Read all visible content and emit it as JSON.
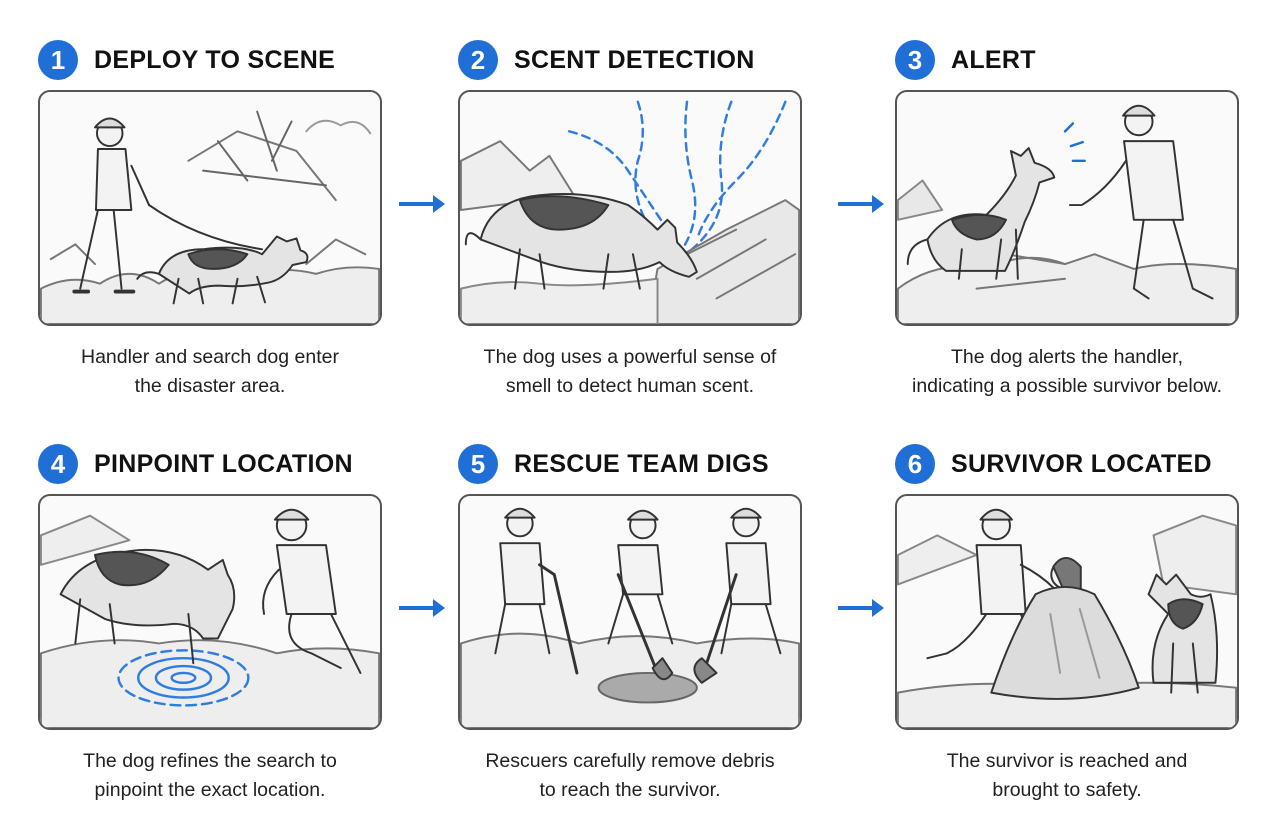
{
  "steps": [
    {
      "number": "1",
      "title": "DEPLOY TO SCENE",
      "caption": [
        "Handler and search dog enter",
        "the disaster area."
      ],
      "scene": "handler-walking-dog-on-leash"
    },
    {
      "number": "2",
      "title": "SCENT DETECTION",
      "caption": [
        "The dog uses a powerful sense of",
        "smell to detect human scent."
      ],
      "scene": "dog-sniffing-rubble"
    },
    {
      "number": "3",
      "title": "ALERT",
      "caption": [
        "The dog alerts the handler,",
        "indicating a possible survivor below."
      ],
      "scene": "dog-barking-at-handler"
    },
    {
      "number": "4",
      "title": "PINPOINT LOCATION",
      "caption": [
        "The dog refines the search to",
        "pinpoint the exact location."
      ],
      "scene": "dog-pawing-target-spot"
    },
    {
      "number": "5",
      "title": "RESCUE TEAM DIGS",
      "caption": [
        "Rescuers carefully remove debris",
        "to reach the survivor."
      ],
      "scene": "rescuers-digging"
    },
    {
      "number": "6",
      "title": "SURVIVOR LOCATED",
      "caption": [
        "The survivor is reached and",
        "brought to safety."
      ],
      "scene": "survivor-with-rescuer-and-dog"
    }
  ],
  "colors": {
    "accent": "#1f6fd6",
    "scent_lines": "#2f7de0",
    "line_art": "#333333"
  },
  "icons": {
    "flow_arrow": "arrow-right-icon"
  }
}
